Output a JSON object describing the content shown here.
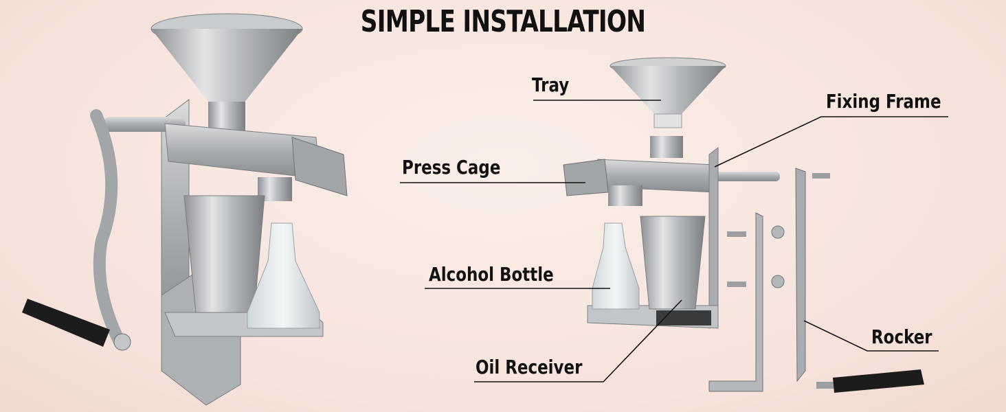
{
  "title": "SIMPLE INSTALLATION",
  "labels": {
    "tray": "Tray",
    "fixing_frame": "Fixing Frame",
    "press_cage": "Press Cage",
    "alcohol_bottle": "Alcohol Bottle",
    "oil_receiver": "Oil Receiver",
    "rocker": "Rocker"
  },
  "colors": {
    "background": "#f6e3db",
    "steel": "#b9bcbf",
    "text": "#111111",
    "handle": "#1c1c1c"
  }
}
